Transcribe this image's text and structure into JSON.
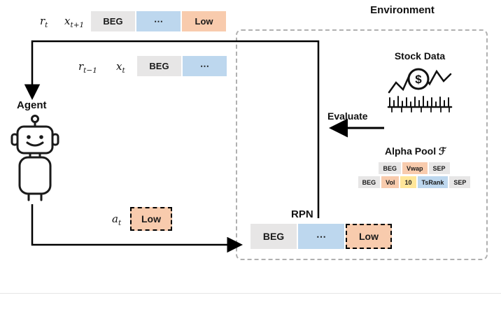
{
  "figure": {
    "environment_label": "Environment",
    "agent_label": "Agent",
    "stock_data_label": "Stock Data",
    "evaluate_label": "Evaluate",
    "alpha_pool_label": "Alpha Pool ℱ",
    "rpn_label": "RPN",
    "stock_icon_symbol": "$"
  },
  "math": {
    "reward_t": {
      "base": "r",
      "sub": "t"
    },
    "state_t1": {
      "base": "x",
      "sub": "t+1"
    },
    "reward_t_1": {
      "base": "r",
      "sub": "t−1"
    },
    "state_t": {
      "base": "x",
      "sub": "t"
    },
    "action_t": {
      "base": "a",
      "sub": "t"
    }
  },
  "colors": {
    "gray": "#e7e6e6",
    "blue": "#bdd7ee",
    "orange": "#f8cbad",
    "yellow": "#ffe699",
    "dashed_border": "#000000",
    "env_border": "#b0b0b0",
    "arrow": "#000000"
  },
  "sequences": {
    "next_state": {
      "tokens": [
        {
          "label": "BEG",
          "color": "gray"
        },
        {
          "label": "⋯",
          "color": "blue"
        },
        {
          "label": "Low",
          "color": "orange"
        }
      ]
    },
    "current_state": {
      "tokens": [
        {
          "label": "BEG",
          "color": "gray"
        },
        {
          "label": "⋯",
          "color": "blue"
        }
      ]
    },
    "action": {
      "tokens": [
        {
          "label": "Low",
          "color": "orange",
          "dashed": true
        }
      ]
    },
    "rpn_output": {
      "tokens": [
        {
          "label": "BEG",
          "color": "gray"
        },
        {
          "label": "⋯",
          "color": "blue"
        },
        {
          "label": "Low",
          "color": "orange",
          "dashed": true
        }
      ]
    },
    "alpha_pool_row1": {
      "tokens": [
        {
          "label": "BEG",
          "color": "gray"
        },
        {
          "label": "Vwap",
          "color": "orange"
        },
        {
          "label": "SEP",
          "color": "gray"
        }
      ]
    },
    "alpha_pool_row2": {
      "tokens": [
        {
          "label": "BEG",
          "color": "gray"
        },
        {
          "label": "Vol",
          "color": "orange"
        },
        {
          "label": "10",
          "color": "yellow"
        },
        {
          "label": "TsRank",
          "color": "blue"
        },
        {
          "label": "SEP",
          "color": "gray"
        }
      ]
    }
  }
}
